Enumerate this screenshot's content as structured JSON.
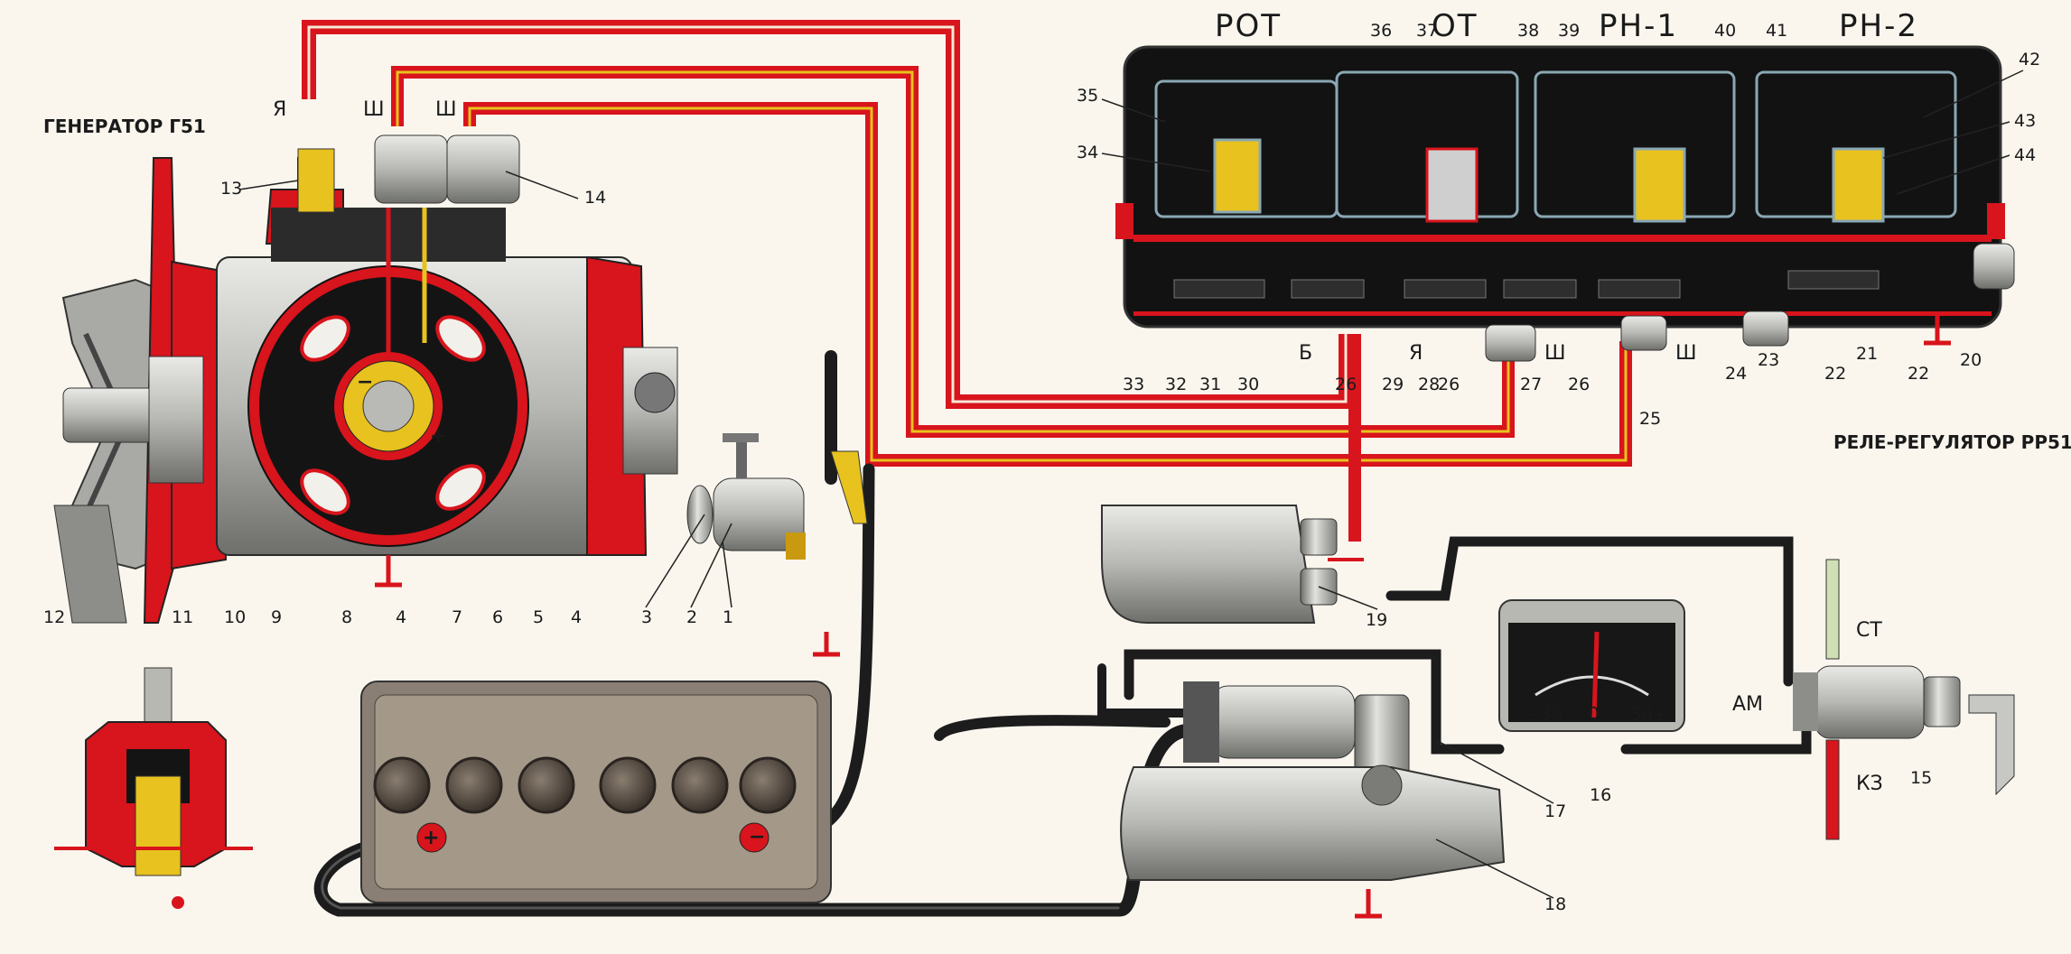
{
  "titles": {
    "generator": "ГЕНЕРАТОР Г51",
    "regulator": "РЕЛЕ-РЕГУЛЯТОР РР51"
  },
  "relay_headers": [
    "РОТ",
    "ОТ",
    "РН-1",
    "РН-2"
  ],
  "terminals": {
    "ya_gen": "Я",
    "sh1_gen": "Ш",
    "sh2_gen": "Ш",
    "b_reg": "Б",
    "ya_reg": "Я",
    "sh1_reg": "Ш",
    "sh2_reg": "Ш",
    "st": "СТ",
    "am": "АМ",
    "kz": "КЗ"
  },
  "ammeter": {
    "minus": "−30",
    "zero": "0",
    "plus": "30+"
  },
  "callouts": [
    "1",
    "2",
    "3",
    "4",
    "5",
    "6",
    "7",
    "8",
    "9",
    "10",
    "11",
    "12",
    "13",
    "14",
    "15",
    "16",
    "17",
    "18",
    "19",
    "20",
    "21",
    "22",
    "23",
    "24",
    "25",
    "26",
    "27",
    "28",
    "29",
    "30",
    "31",
    "32",
    "33",
    "34",
    "35",
    "36",
    "37",
    "38",
    "39",
    "40",
    "41",
    "42",
    "43",
    "44"
  ],
  "colors": {
    "wire_red": "#d8141c",
    "wire_yellow": "#e8c21e",
    "regulator_body": "#121212",
    "metal": "#a9aaa6",
    "cable_black": "#1c1c1c"
  }
}
